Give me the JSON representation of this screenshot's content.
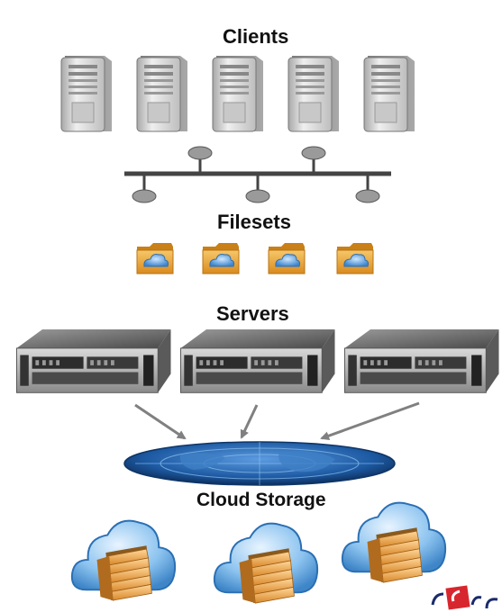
{
  "labels": {
    "clients": "Clients",
    "filesets": "Filesets",
    "servers": "Servers",
    "cloud_storage": "Cloud Storage"
  },
  "counts": {
    "clients": 5,
    "filesets": 4,
    "servers": 3,
    "clouds": 3
  },
  "icons": {
    "client": "desktop-tower-icon",
    "network": "network-bus-icon",
    "fileset": "cloud-folder-icon",
    "server": "rack-server-icon",
    "internet": "globe-disc-icon",
    "cloud": "cloud-storage-icon"
  },
  "colors": {
    "tower": "#d8d8d8",
    "bus": "#444444",
    "folder": "#e9a53a",
    "cloud": "#7fb6e6",
    "server": "#5a5a5a",
    "globe": "#1c4f86",
    "arrow": "#7a7a7a"
  }
}
